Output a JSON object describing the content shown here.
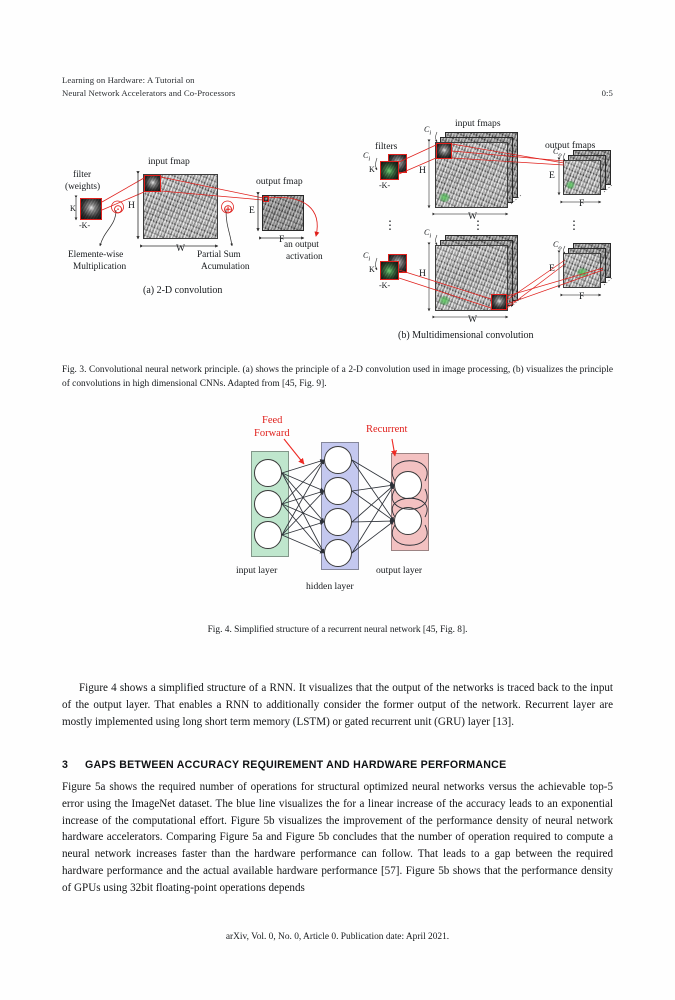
{
  "document": {
    "running_head_line1": "Learning on Hardware: A Tutorial on",
    "running_head_line2": "Neural Network Accelerators and Co-Processors",
    "folio": "0:5",
    "footer": "arXiv, Vol. 0, No. 0, Article 0. Publication date: April 2021."
  },
  "figure3": {
    "subcaption_a": "(a) 2-D convolution",
    "subcaption_b": "(b) Multidimensional convolution",
    "caption": "Fig. 3. Convolutional neural network principle. (a) shows the principle of a 2-D convolution used in image processing, (b) visualizes the principle of convolutions in high dimensional CNNs. Adapted from [45, Fig. 9].",
    "panel_a": {
      "filter_label_line1": "filter",
      "filter_label_line2": "(weights)",
      "filter_dim_vertical": "K",
      "filter_dim_horizontal": "-K-",
      "input_title": "input fmap",
      "input_height": "H",
      "input_width": "W",
      "output_title": "output fmap",
      "output_height": "E",
      "output_width": "F",
      "op_multiply": "⊙",
      "op_add": "⊕",
      "note_mult_line1": "Elemente-wise",
      "note_mult_line2": "Multiplication",
      "note_sum_line1": "Partial Sum",
      "note_sum_line2": "Acumulation",
      "note_activation_line1": "an output",
      "note_activation_line2": "activation"
    },
    "panel_b": {
      "filters_title": "filters",
      "input_title": "input fmaps",
      "output_title": "output fmaps",
      "channel_in": "C",
      "channel_in_sub": "i",
      "channel_out": "C",
      "channel_out_sub": "o",
      "filter_dim_vertical": "K",
      "filter_dim_horizontal": "-K-",
      "input_height": "H",
      "input_width": "W",
      "output_height": "E",
      "output_width": "F",
      "ellipsis": "⋮"
    }
  },
  "figure4": {
    "caption": "Fig. 4. Simplified structure of a recurrent neural network [45, Fig. 8].",
    "annotation_feedforward_line1": "Feed",
    "annotation_feedforward_line2": "Forward",
    "annotation_recurrent": "Recurrent",
    "label_input": "input layer",
    "label_hidden": "hidden layer",
    "label_output": "output layer",
    "colors": {
      "input_layer": "#bfe6cd",
      "hidden_layer": "#c4c8ef",
      "output_layer": "#f3c1c1",
      "annotation": "#ee2a24",
      "edge": "#2d3138"
    },
    "neuron_counts": {
      "input": 3,
      "hidden": 4,
      "output": 2
    }
  },
  "body": {
    "paragraph1": "Figure 4 shows a simplified structure of a RNN. It visualizes that the output of the networks is traced back to the input of the output layer. That enables a RNN to additionally consider the former output of the network. Recurrent layer are mostly implemented using long short term memory (LSTM) or gated recurrent unit (GRU) layer [13].",
    "section_number": "3",
    "section_title": "GAPS BETWEEN ACCURACY REQUIREMENT AND HARDWARE PERFORMANCE",
    "paragraph2": "Figure 5a shows the required number of operations for structural optimized neural networks versus the achievable top-5 error using the ImageNet dataset. The blue line visualizes the for a linear increase of the accuracy leads to an exponential increase of the computational effort. Figure 5b visualizes the improvement of the performance density of neural network hardware accelerators. Comparing Figure 5a and Figure 5b concludes that the number of operation required to compute a neural network increases faster than the hardware performance can follow. That leads to a gap between the required hardware performance and the actual available hardware performance [57]. Figure 5b shows that the performance density of GPUs using 32bit floating-point operations depends"
  }
}
